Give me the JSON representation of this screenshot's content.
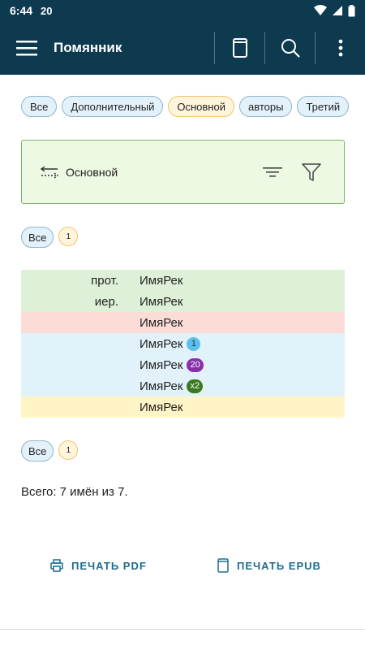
{
  "status": {
    "time": "6:44",
    "extra": "20"
  },
  "appbar": {
    "title": "Помянник",
    "icons": [
      "menu-icon",
      "book-icon",
      "search-icon",
      "more-vert-icon"
    ]
  },
  "filter_chips": [
    {
      "label": "Все",
      "style": "blue"
    },
    {
      "label": "Дополнительный",
      "style": "blue"
    },
    {
      "label": "Основной",
      "style": "orange"
    },
    {
      "label": "авторы",
      "style": "blue"
    },
    {
      "label": "Третий",
      "style": "blue"
    }
  ],
  "list_selector": {
    "label": "Основной"
  },
  "top_pager": {
    "all_label": "Все",
    "page": "1"
  },
  "names": [
    {
      "prefix": "прот.",
      "name": "ИмяРек",
      "color": "green",
      "badge": ""
    },
    {
      "prefix": "иер.",
      "name": "ИмяРек",
      "color": "green",
      "badge": ""
    },
    {
      "prefix": "",
      "name": "ИмяРек",
      "color": "red",
      "badge": ""
    },
    {
      "prefix": "",
      "name": "ИмяРек",
      "color": "blue",
      "badge": "1",
      "badge_style": "light"
    },
    {
      "prefix": "",
      "name": "ИмяРек",
      "color": "blue",
      "badge": "20",
      "badge_style": "purple"
    },
    {
      "prefix": "",
      "name": "ИмяРек",
      "color": "blue",
      "badge": "x2",
      "badge_style": "green"
    },
    {
      "prefix": "",
      "name": "ИмяРек",
      "color": "yellow",
      "badge": ""
    }
  ],
  "bottom_pager": {
    "all_label": "Все",
    "page": "1"
  },
  "total_text": "Всего: 7 имён из 7.",
  "buttons": {
    "print_pdf": "ПЕЧАТЬ PDF",
    "print_epub": "ПЕЧАТЬ EPUB"
  },
  "colors": {
    "appbar": "#0d3a4f",
    "accent": "#1d6d8f"
  }
}
